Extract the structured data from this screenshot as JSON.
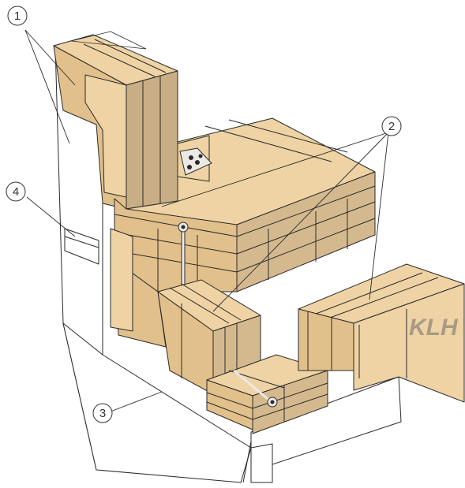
{
  "callouts": [
    {
      "id": "1",
      "label": "1"
    },
    {
      "id": "2",
      "label": "2"
    },
    {
      "id": "3",
      "label": "3"
    },
    {
      "id": "4",
      "label": "4"
    }
  ],
  "brand": {
    "label": "KLH"
  },
  "colors": {
    "wood_light": "#efd3a4",
    "wood_mid": "#e2c08b",
    "wood_dark": "#c9ad84",
    "wood_edge": "#d5b98e",
    "outline": "#2a2a2a",
    "membrane": "#ffffff",
    "brand_text": "#a89a84"
  }
}
